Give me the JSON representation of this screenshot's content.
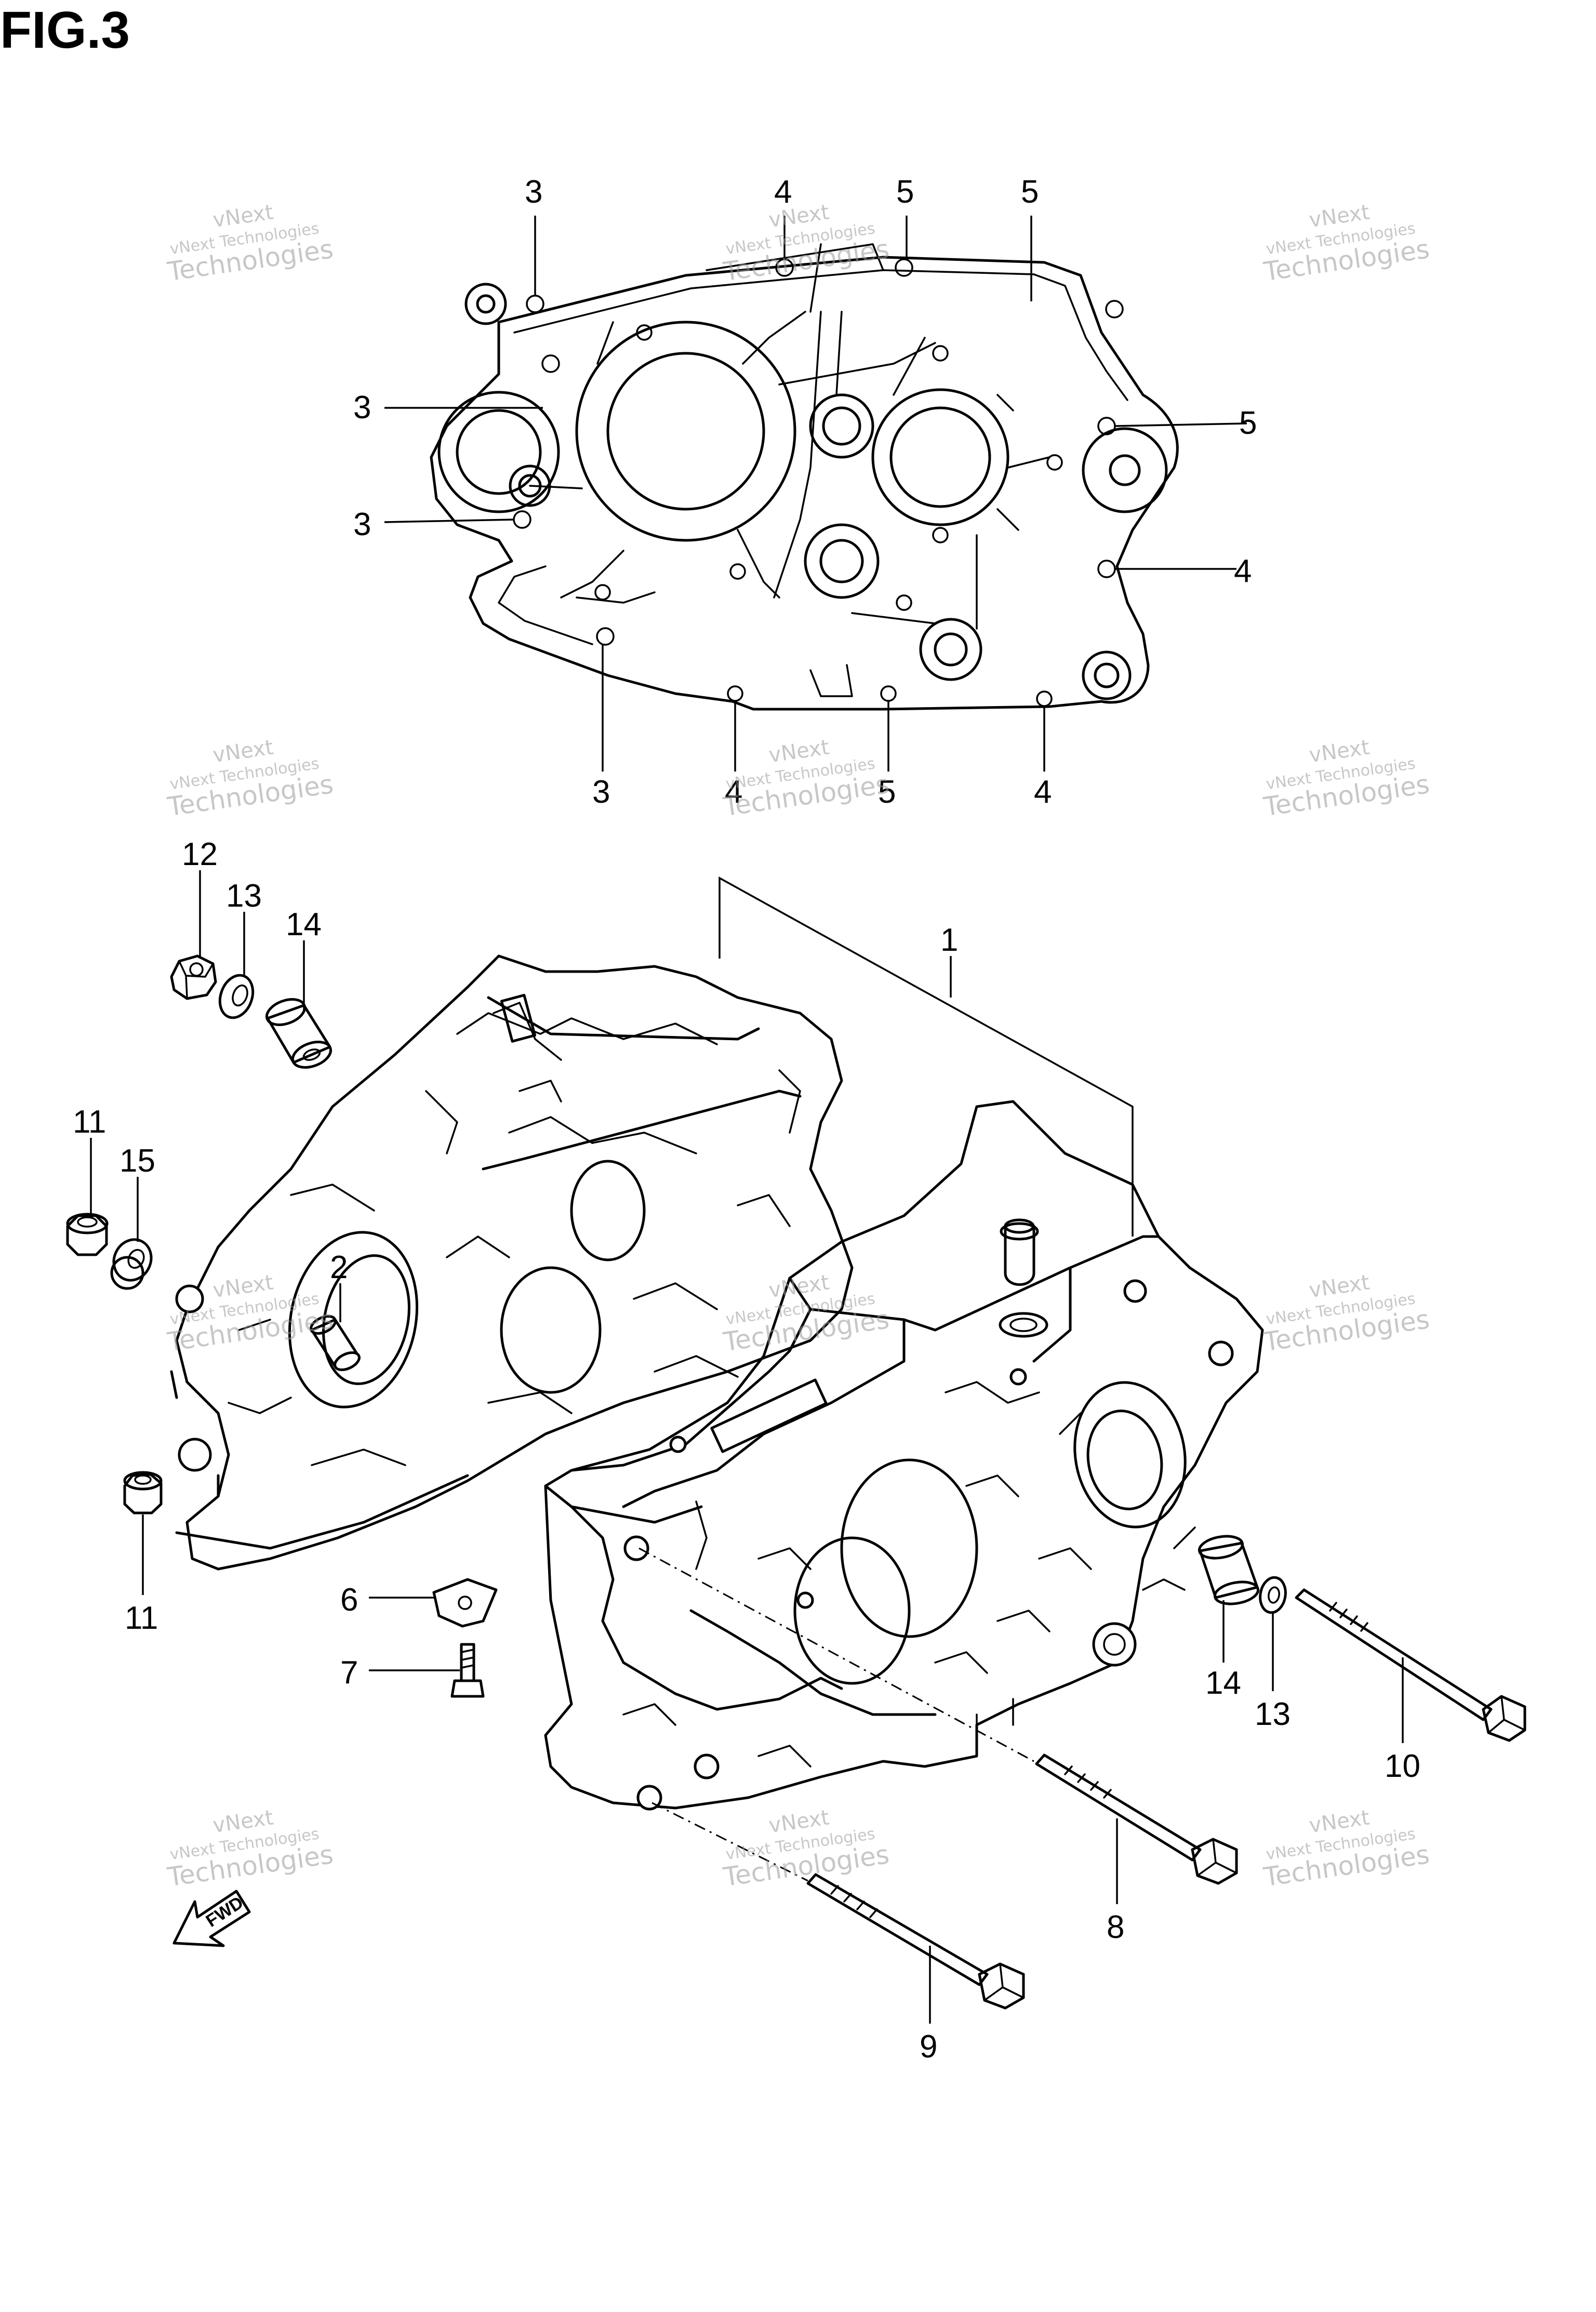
{
  "figure": {
    "title": "FIG.3"
  },
  "watermark": {
    "line1": "vNext",
    "line2": "vNext Technologies",
    "line3": "Technologies"
  },
  "fwd_label": "FWD",
  "gasket_callouts": [
    {
      "number": "3"
    },
    {
      "number": "4"
    },
    {
      "number": "5"
    },
    {
      "number": "5"
    },
    {
      "number": "3"
    },
    {
      "number": "5"
    },
    {
      "number": "3"
    },
    {
      "number": "4"
    },
    {
      "number": "3"
    },
    {
      "number": "4"
    },
    {
      "number": "5"
    },
    {
      "number": "4"
    }
  ],
  "part_callouts": [
    {
      "number": "1",
      "part": "crankcase-set"
    },
    {
      "number": "2",
      "part": "dowel-pin"
    },
    {
      "number": "6",
      "part": "clamp-plate"
    },
    {
      "number": "7",
      "part": "clamp-bolt"
    },
    {
      "number": "8",
      "part": "long-bolt-front"
    },
    {
      "number": "9",
      "part": "long-bolt-lower"
    },
    {
      "number": "10",
      "part": "long-bolt-rear"
    },
    {
      "number": "11",
      "part": "nut-upper"
    },
    {
      "number": "11",
      "part": "nut-lower"
    },
    {
      "number": "12",
      "part": "nut-top"
    },
    {
      "number": "13",
      "part": "washer-top"
    },
    {
      "number": "13",
      "part": "washer-rear"
    },
    {
      "number": "14",
      "part": "bushing-top"
    },
    {
      "number": "14",
      "part": "bushing-rear"
    },
    {
      "number": "15",
      "part": "washer-left"
    }
  ]
}
